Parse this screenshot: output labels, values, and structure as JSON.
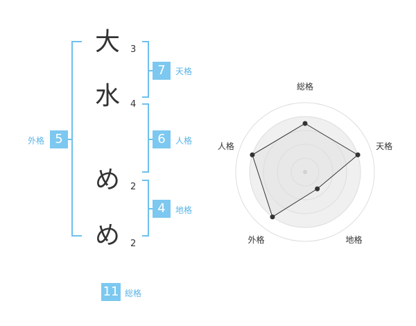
{
  "name_chars": [
    {
      "char": "大",
      "strokes": "3"
    },
    {
      "char": "水",
      "strokes": "4"
    },
    {
      "char": "め",
      "strokes": "2"
    },
    {
      "char": "め",
      "strokes": "2"
    }
  ],
  "fortunes": {
    "tenkaku": {
      "value": "7",
      "label": "天格"
    },
    "jinkaku": {
      "value": "6",
      "label": "人格"
    },
    "chikaku": {
      "value": "4",
      "label": "地格"
    },
    "gaikaku": {
      "value": "5",
      "label": "外格"
    },
    "soukaku": {
      "value": "11",
      "label": "総格"
    }
  },
  "colors": {
    "accent": "#7cc8f0",
    "bracket": "#6cc0ee",
    "label": "#5ab4e6"
  },
  "chart_data": {
    "type": "radar",
    "axes": [
      "総格",
      "天格",
      "地格",
      "外格",
      "人格"
    ],
    "values": [
      3.5,
      4,
      1.5,
      4,
      4
    ],
    "max": 5,
    "rings": 5
  }
}
